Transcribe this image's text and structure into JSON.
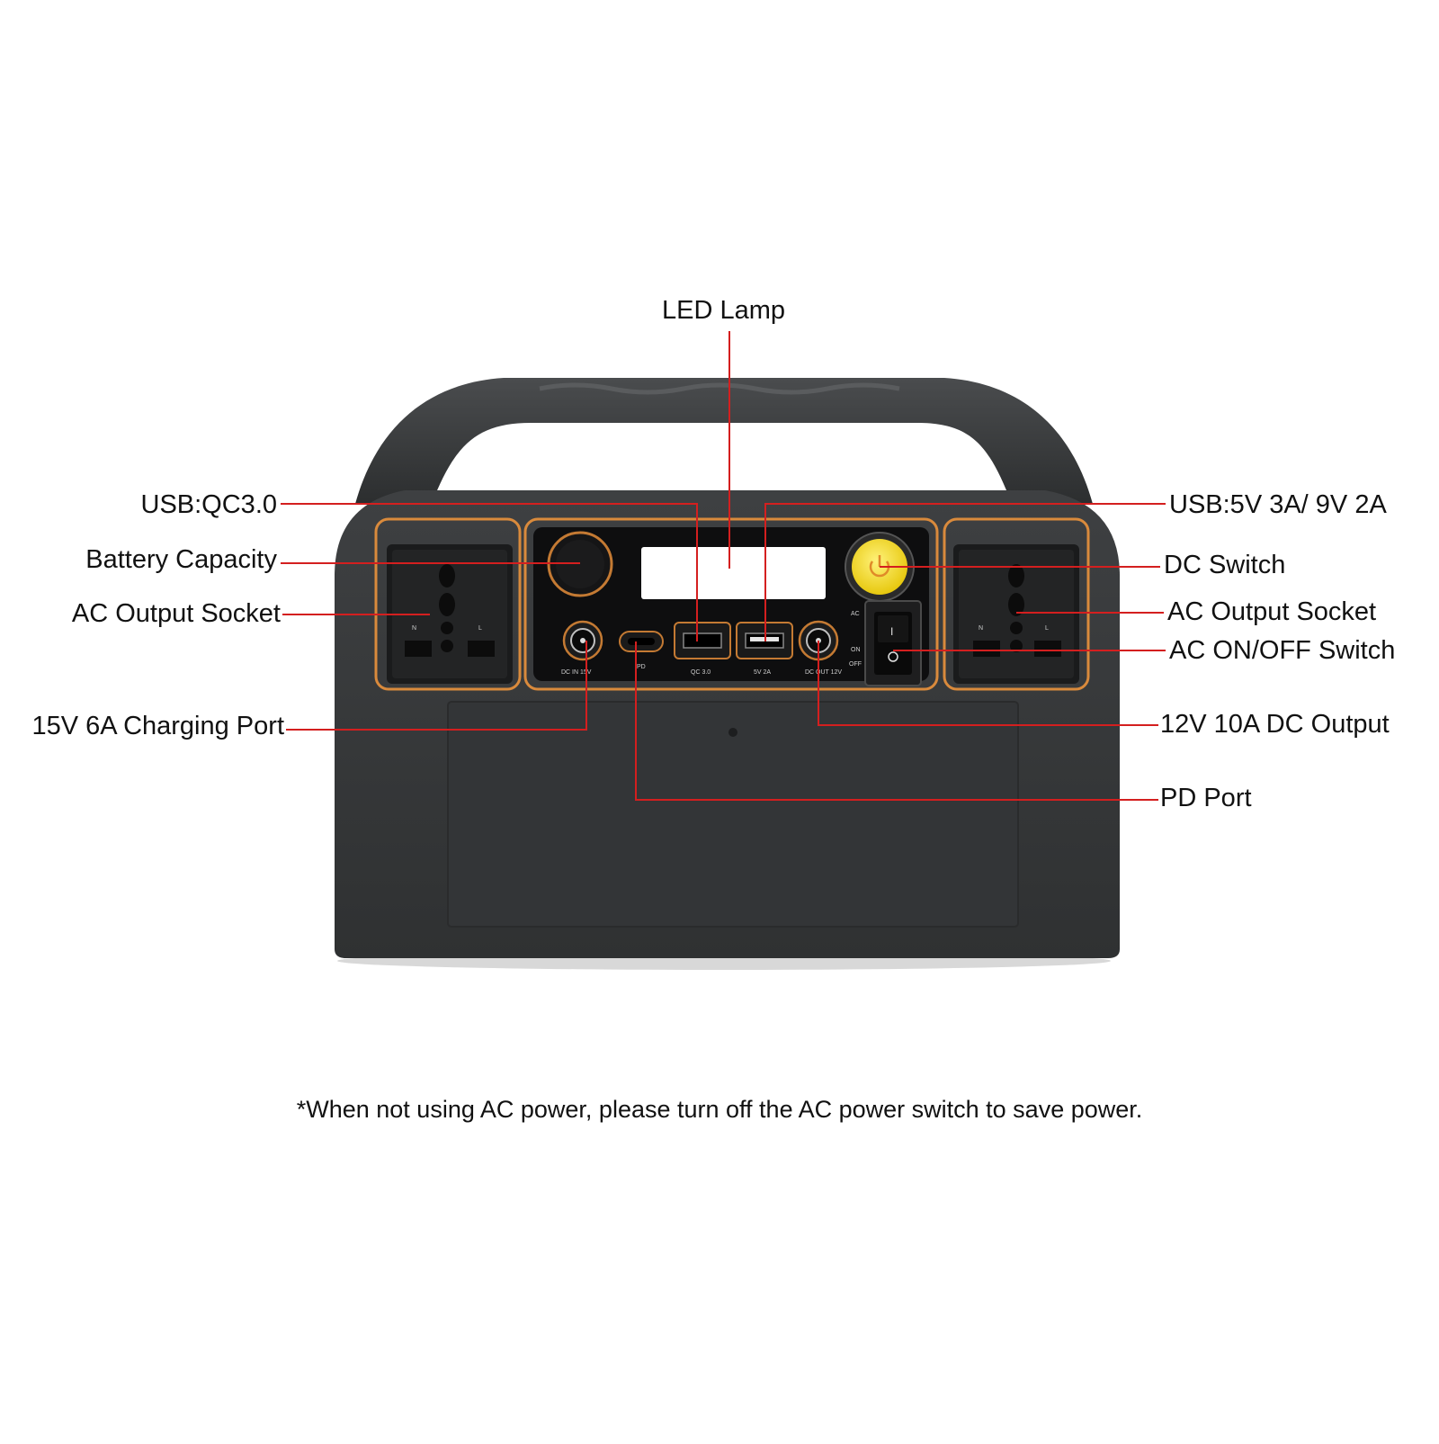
{
  "labels": {
    "led_lamp": "LED Lamp",
    "usb_qc30": "USB:QC3.0",
    "battery_capacity": "Battery Capacity",
    "ac_output_socket_left": "AC Output Socket",
    "charging_port": "15V 6A Charging Port",
    "usb_5v": "USB:5V 3A/ 9V 2A",
    "dc_switch": "DC Switch",
    "ac_output_socket_right": "AC Output Socket",
    "ac_onoff_switch": "AC ON/OFF Switch",
    "dc_output": "12V 10A DC Output",
    "pd_port": "PD Port"
  },
  "panel_marks": {
    "dc_in": "DC IN 15V",
    "pd": "PD",
    "qc": "QC 3.0",
    "usb_5v2a": "5V 2A",
    "dc_out": "DC OUT 12V",
    "ac": "AC",
    "on": "ON",
    "off": "OFF",
    "n_left": "N",
    "l_left": "L",
    "n_right": "N",
    "l_right": "L",
    "rocker_mark": "I"
  },
  "footnote": "*When not using AC power, please turn off the AC power switch to save power.",
  "colors": {
    "callout_line": "#d41f1f",
    "body": "#383a3b",
    "accent_trim": "#d98a3c",
    "dc_switch_button": "#f2d81e",
    "screen": "#ffffff"
  }
}
